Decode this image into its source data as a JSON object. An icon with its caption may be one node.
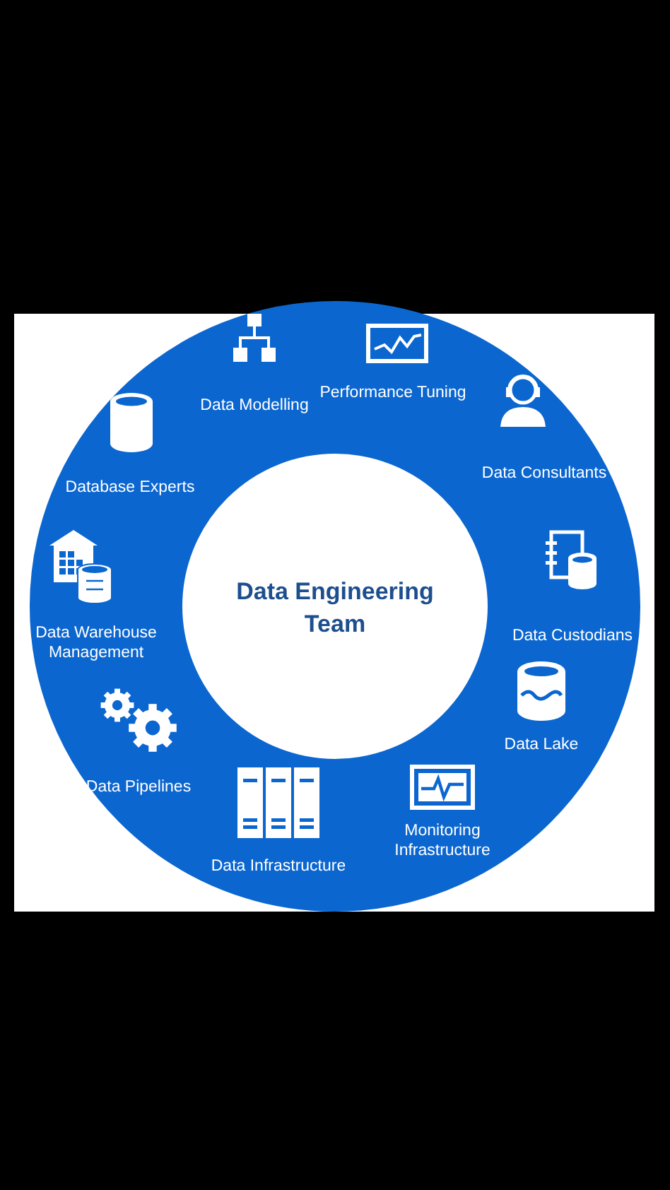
{
  "diagram": {
    "nodes": [
      {
        "text": [
          "Data Engineering Team"
        ]
      }
    ],
    "edges": [],
    "labels": [
      "Data Modelling",
      "Performance Tuning",
      "Data Consultants",
      "Data Custodians",
      "Data Lake",
      "Monitoring Infrastructure",
      "Data Infrastructure",
      "Data Pipelines",
      "Data Warehouse Management",
      "Database Experts"
    ]
  }
}
